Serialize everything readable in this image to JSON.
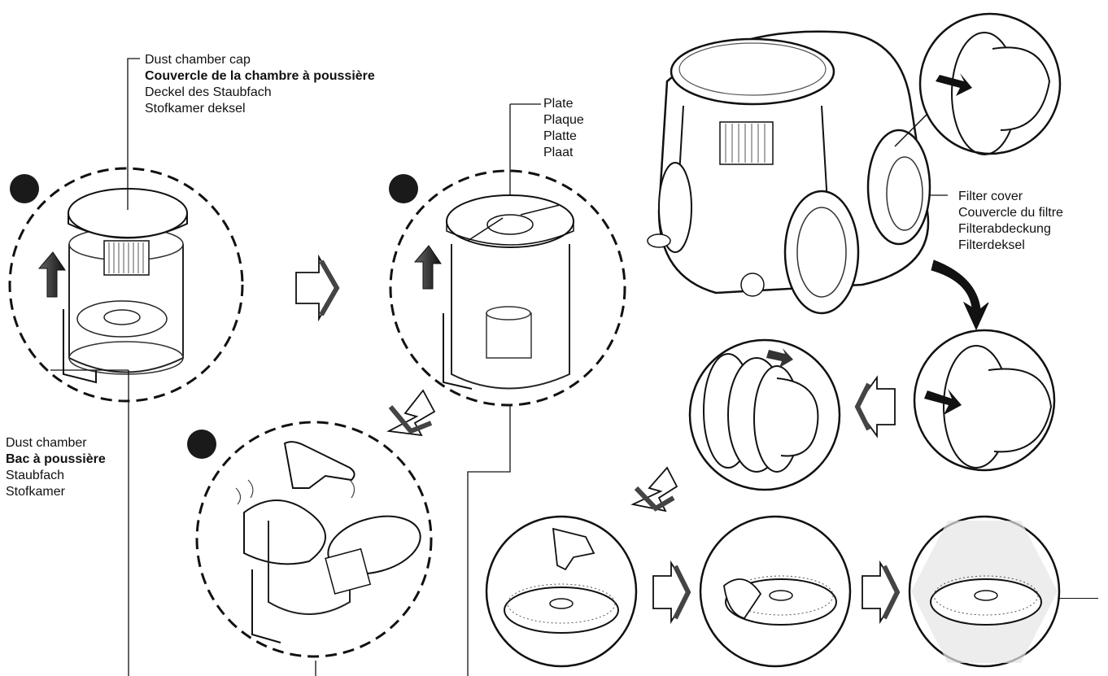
{
  "labels": {
    "dust_chamber_cap": {
      "en": "Dust chamber cap",
      "fr": "Couvercle de la chambre à poussière",
      "de": "Deckel des Staubfach",
      "nl": "Stofkamer deksel"
    },
    "plate": {
      "en": "Plate",
      "fr": "Plaque",
      "de": "Platte",
      "nl": "Plaat"
    },
    "filter_cover": {
      "en": "Filter cover",
      "fr": "Couvercle du filtre",
      "de": "Filterabdeckung",
      "nl": "Filterdeksel"
    },
    "dust_chamber": {
      "en": "Dust chamber",
      "fr": "Bac à poussière",
      "de": "Staubfach",
      "nl": "Stofkamer"
    }
  },
  "colors": {
    "line": "#111111",
    "dot": "#1a1a1a",
    "arrow_fill": "#ffffff",
    "arrow_shade": "#444444",
    "shadow_panel": "#e6e6e6"
  },
  "icons": [
    "step-dot-icon",
    "next-arrow-icon",
    "curved-arrow-icon"
  ]
}
